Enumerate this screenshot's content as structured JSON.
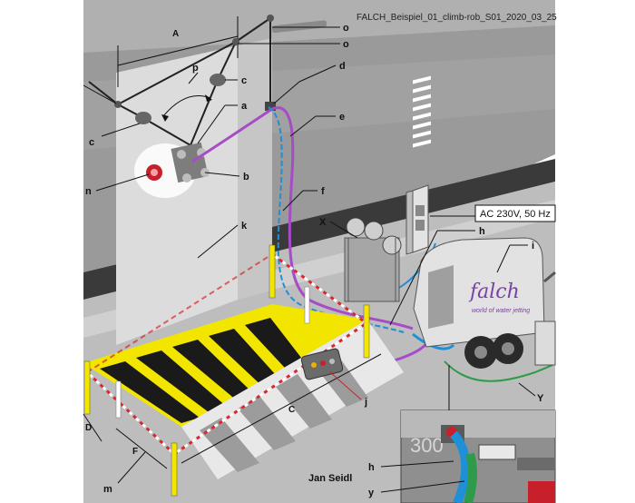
{
  "file_title": "FALCH_Beispiel_01_climb-rob_S01_2020_03_25",
  "power_label": "AC 230V, 50 Hz",
  "brand": {
    "name": "falch",
    "tagline": "world of water jetting"
  },
  "author": "Jan Seidl",
  "callouts": {
    "o1": "o",
    "o2": "o",
    "p": "p",
    "c_right": "c",
    "d": "d",
    "a": "a",
    "e": "e",
    "c_left": "c",
    "b": "b",
    "n": "n",
    "f": "f",
    "k": "k",
    "X": "X",
    "h_top": "h",
    "i": "i",
    "j": "j",
    "Y": "Y",
    "h_inset": "h",
    "y_inset": "y",
    "m": "m"
  },
  "dimensions": {
    "A": "A",
    "C": "C",
    "D": "D",
    "F": "F"
  },
  "colors": {
    "hose_purple": "#a64cc7",
    "hose_blue": "#1f8fd6",
    "hose_green": "#2f9a4a",
    "hazard_yellow": "#f2e600",
    "barrier_red": "#d8282c",
    "wall_gray": "#8f8f8f",
    "wall_light": "#d4d4d4",
    "floor_gray": "#b9b9b9"
  }
}
